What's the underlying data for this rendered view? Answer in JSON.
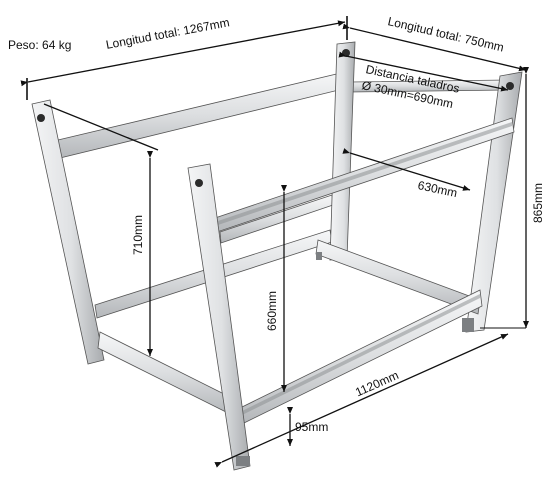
{
  "labels": {
    "weight": "Peso: 64 kg",
    "total_length": "Longitud total: 1267mm",
    "total_width": "Longitud total: 750mm",
    "hole_distance_line1": "Distancia taladros",
    "hole_distance_line2": "Ø 30mm=690mm",
    "inner_width": "630mm",
    "height_total": "865mm",
    "height_inner": "710mm",
    "height_mid": "660mm",
    "foot_height": "95mm",
    "base_length": "1120mm"
  },
  "colors": {
    "metal_light": "#e9eaeb",
    "metal_mid": "#cfd1d3",
    "metal_dark": "#9a9c9f",
    "outline": "#4a4a4a",
    "dimension": "#111111"
  }
}
